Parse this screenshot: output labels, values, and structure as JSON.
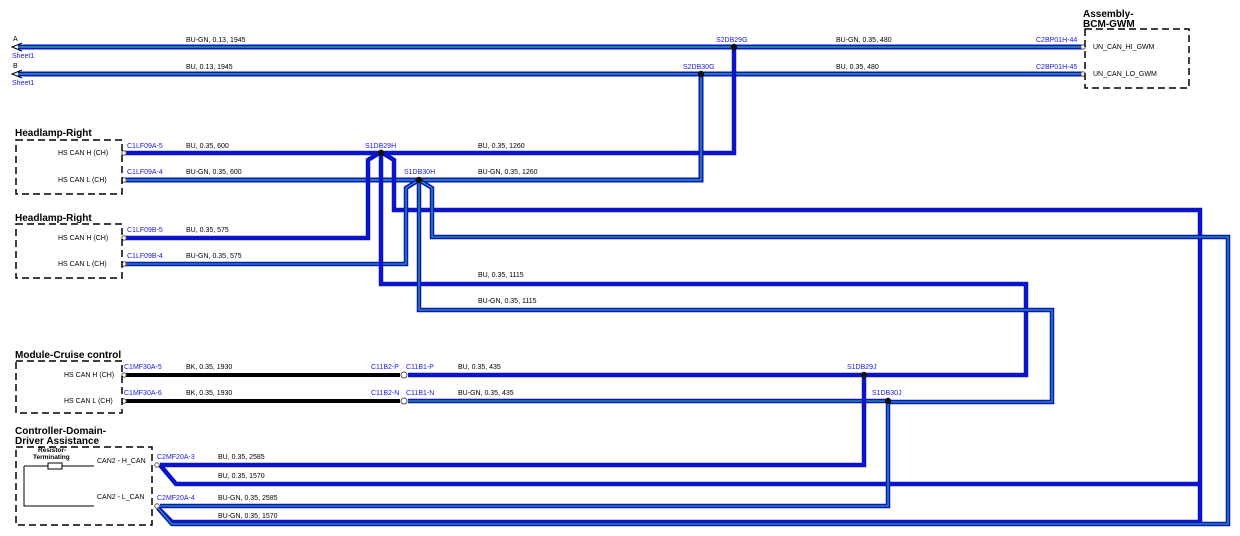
{
  "colors": {
    "bu": "#0a14c8",
    "bugn_outer": "#0a14c8",
    "bugn_inner": "#2aa28a",
    "bk": "#000000",
    "label_blue": "#1a1adc"
  },
  "offsheet": {
    "a_letter": "A",
    "a_sheet": "Sheet1",
    "b_letter": "B",
    "b_sheet": "Sheet1"
  },
  "wires": {
    "top_a_left": "BU-GN,  0.13,  1945",
    "top_a_right": "BU-GN,  0.35,  480",
    "top_b_left": "BU,  0.13,  1945",
    "top_b_right": "BU,  0.35,  480",
    "hr1_h": "BU,  0.35,  600",
    "hr1_h_right": "BU,  0.35,  1260",
    "hr1_l": "BU-GN,  0.35,  600",
    "hr1_l_right": "BU-GN,  0.35,  1260",
    "hr2_h": "BU,  0.35,  575",
    "hr2_l": "BU-GN,  0.35,  575",
    "mid_bu": "BU,  0.35,  1115",
    "mid_bugn": "BU-GN,  0.35,  1115",
    "cc_h_bk": "BK,  0.35,  1930",
    "cc_l_bk": "BK,  0.35,  1930",
    "cc_h_bu": "BU,  0.35,  435",
    "cc_l_bugn": "BU-GN,  0.35,  435",
    "da_h": "BU,  0.35,  2585",
    "da_h2": "BU,  0.35,  1570",
    "da_l": "BU-GN,  0.35,  2585",
    "da_l2": "BU-GN,  0.35,  1570"
  },
  "splices": {
    "s2db29g": "S2DB29G",
    "s2db30g": "S2DB30G",
    "s1db29h": "S1DB29H",
    "s1db30h": "S1DB30H",
    "s1db29j": "S1DB29J",
    "s1db30j": "S1DB30J"
  },
  "connectors": {
    "c2bp01h44": "C2BP01H-44",
    "c2bp01h45": "C2BP01H-45",
    "c1lf09a5": "C1LF09A-5",
    "c1lf09a4": "C1LF09A-4",
    "c1lf09b5": "C1LF09B-5",
    "c1lf09b4": "C1LF09B-4",
    "c1mf30a5": "C1MF30A-5",
    "c1mf30a6": "C1MF30A-6",
    "c11b2p": "C11B2-P",
    "c11b1p": "C11B1-P",
    "c11b2n": "C11B2-N",
    "c11b1n": "C11B1-N",
    "c2mf20a3": "C2MF20A-3",
    "c2mf20a4": "C2MF20A-4"
  },
  "components": {
    "bcm": {
      "title1": "Assembly-",
      "title2": "BCM-GWM",
      "pin_h": "UN_CAN_HI_GWM",
      "pin_l": "UN_CAN_LO_GWM"
    },
    "headlamp1": {
      "title": "Headlamp-Right",
      "pin_h": "HS CAN H (CH)",
      "pin_l": "HS CAN L (CH)"
    },
    "headlamp2": {
      "title": "Headlamp-Right",
      "pin_h": "HS CAN H (CH)",
      "pin_l": "HS CAN L (CH)"
    },
    "cruise": {
      "title": "Module-Cruise control",
      "pin_h": "HS CAN H (CH)",
      "pin_l": "HS CAN L (CH)"
    },
    "driver_assist": {
      "title1": "Controller-Domain-",
      "title2": "Driver Assistance",
      "resistor1": "Resistor-",
      "resistor2": "Terminating",
      "pin_h": "CAN2 - H_CAN",
      "pin_l": "CAN2 - L_CAN"
    }
  }
}
